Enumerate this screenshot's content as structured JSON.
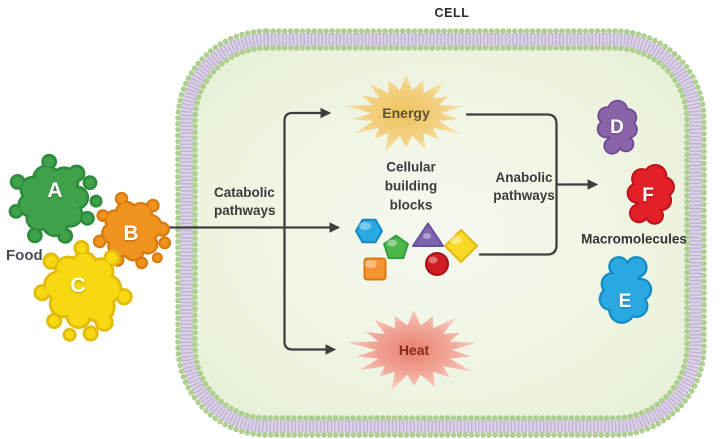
{
  "title": "CELL",
  "food": {
    "label": "Food",
    "molecules": [
      {
        "letter": "A",
        "color": "#3fa24a",
        "outline": "#2d8c3c"
      },
      {
        "letter": "B",
        "color": "#f0921e",
        "outline": "#d97a0e"
      },
      {
        "letter": "C",
        "color": "#f7d911",
        "outline": "#e2bc0a"
      }
    ]
  },
  "labels": {
    "catabolic_line1": "Catabolic",
    "catabolic_line2": "pathways",
    "anabolic_line1": "Anabolic",
    "anabolic_line2": "pathways",
    "building_line1": "Cellular",
    "building_line2": "building",
    "building_line3": "blocks",
    "macromolecules": "Macromolecules"
  },
  "nodes": {
    "energy": "Energy",
    "heat": "Heat"
  },
  "macromolecules": [
    {
      "letter": "D",
      "color": "#8a63a9",
      "outline": "#6a4692"
    },
    {
      "letter": "F",
      "color": "#e32028",
      "outline": "#bc0f17"
    },
    {
      "letter": "E",
      "color": "#2aa9e1",
      "outline": "#1189c4"
    }
  ],
  "building_blocks": [
    {
      "name": "hexagon",
      "color": "#29abe2",
      "outline": "#1488c2"
    },
    {
      "name": "pentagon",
      "color": "#4cb748",
      "outline": "#2f9e3e"
    },
    {
      "name": "triangle",
      "color": "#7e64ae",
      "outline": "#64519c"
    },
    {
      "name": "diamond",
      "color": "#f8da25",
      "outline": "#e0ba10"
    },
    {
      "name": "square",
      "color": "#f59331",
      "outline": "#d77a14"
    },
    {
      "name": "circle",
      "color": "#cf1d25",
      "outline": "#a50f16"
    }
  ],
  "colors": {
    "membrane_green": "#aecf90",
    "membrane_lavender": "#ddd3e8",
    "membrane_stripe": "#c0abd1",
    "cell_fill_center": "#f6f8f0",
    "cell_fill_mid": "#eef4e1",
    "cell_fill_edge": "#e3eed2",
    "arrow": "#3f3f3f",
    "energy_center": "#efc35d",
    "energy_edge": "#f9e9ba",
    "heat_center": "#e87f6e",
    "heat_edge": "#f9d9d0"
  }
}
